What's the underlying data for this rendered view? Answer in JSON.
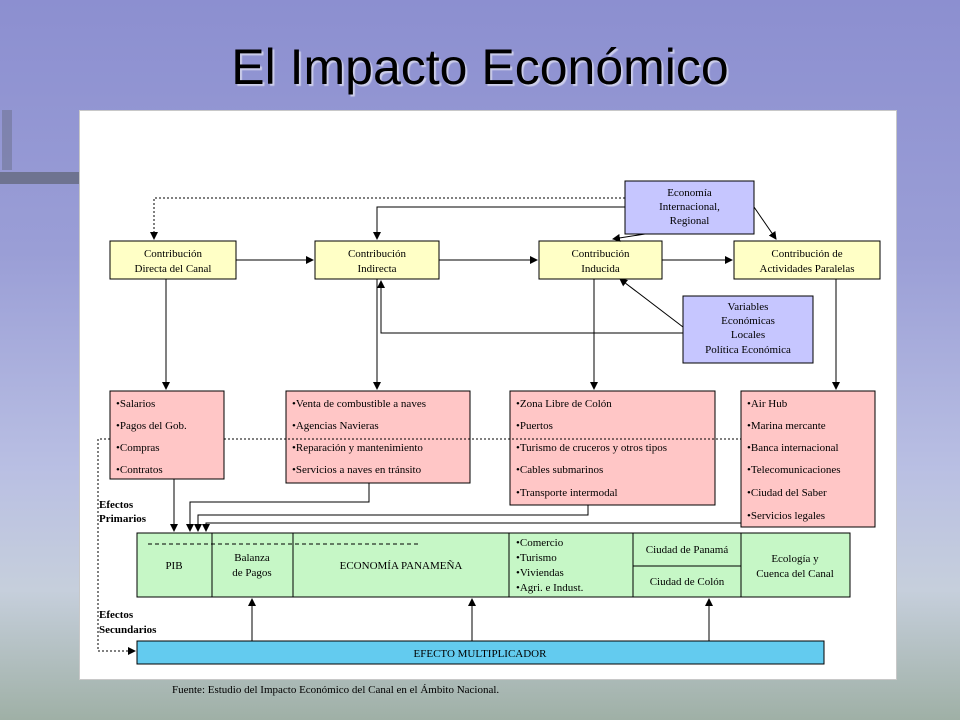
{
  "title": "El Impacto Económico",
  "source": "Fuente: Estudio del Impacto Económico del Canal en el Ámbito Nacional.",
  "colors": {
    "yellow_box": "#ffffc6",
    "pink_box": "#ffc6c6",
    "lavender_box": "#c6c6ff",
    "green_box": "#c6f7c6",
    "cyan_box": "#63cbef"
  },
  "top_box": {
    "lines": [
      "Economía",
      "Internacional,",
      "Regional"
    ]
  },
  "contribuciones": [
    {
      "lines": [
        "Contribución",
        "Directa del Canal"
      ]
    },
    {
      "lines": [
        "Contribución",
        "Indirecta"
      ]
    },
    {
      "lines": [
        "Contribución",
        "Inducida"
      ]
    },
    {
      "lines": [
        "Contribución de",
        "Actividades Paralelas"
      ]
    }
  ],
  "variables_box": {
    "lines": [
      "Variables",
      "Económicas",
      "Locales",
      "Política Económica"
    ]
  },
  "lists": [
    {
      "items": [
        "•Salarios",
        "•Pagos del Gob.",
        "•Compras",
        "•Contratos"
      ]
    },
    {
      "items": [
        "•Venta de combustible a naves",
        "•Agencias Navieras",
        "•Reparación y mantenimiento",
        "•Servicios a naves en tránsito"
      ]
    },
    {
      "items": [
        "•Zona Libre de Colón",
        "•Puertos",
        "•Turismo de cruceros y otros tipos",
        "•Cables submarinos",
        "•Transporte intermodal"
      ]
    },
    {
      "items": [
        "•Air Hub",
        "•Marina mercante",
        "•Banca internacional",
        "•Telecomunicaciones",
        "•Ciudad del Saber",
        "•Servicios legales"
      ]
    }
  ],
  "efectos_primarios": [
    "Efectos",
    "Primarios"
  ],
  "efectos_secundarios": [
    "Efectos",
    "Secundarios"
  ],
  "economy": {
    "pib": "PIB",
    "balanza": [
      "Balanza",
      "de Pagos"
    ],
    "economia": "ECONOMÍA PANAMEÑA",
    "sectors": [
      "•Comercio",
      "•Turismo",
      "•Viviendas",
      "•Agri. e Indust."
    ],
    "ciudad_panama": "Ciudad de Panamá",
    "ciudad_colon": "Ciudad de Colón",
    "ecologia": [
      "Ecología y",
      "Cuenca del Canal"
    ]
  },
  "efecto_multiplicador": "EFECTO MULTIPLICADOR"
}
